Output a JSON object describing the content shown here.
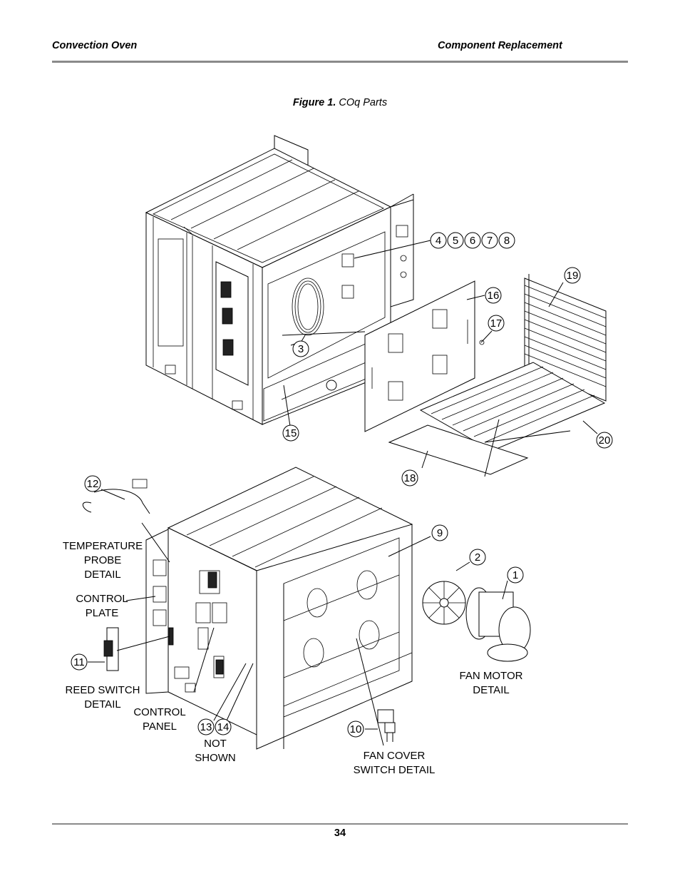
{
  "header": {
    "left": "Convection Oven",
    "right": "Component Replacement"
  },
  "caption": {
    "label": "Figure 1.",
    "text": "COq Parts"
  },
  "callouts": {
    "c1": "1",
    "c2": "2",
    "c3": "3",
    "c4": "4",
    "c5": "5",
    "c6": "6",
    "c7": "7",
    "c8": "8",
    "c9": "9",
    "c10": "10",
    "c11": "11",
    "c12": "12",
    "c13": "13",
    "c14": "14",
    "c15": "15",
    "c16": "16",
    "c17": "17",
    "c18": "18",
    "c19": "19",
    "c20": "20"
  },
  "labels": {
    "temp_probe": [
      "TEMPERATURE",
      "PROBE",
      "DETAIL"
    ],
    "control_plate": [
      "CONTROL",
      "PLATE"
    ],
    "reed_switch": [
      "REED SWITCH",
      "DETAIL"
    ],
    "control_panel": [
      "CONTROL",
      "PANEL"
    ],
    "not_shown": [
      "NOT",
      "SHOWN"
    ],
    "fan_motor": [
      "FAN MOTOR",
      "DETAIL"
    ],
    "fan_cover_switch": [
      "FAN COVER",
      "SWITCH DETAIL"
    ]
  },
  "page_number": "34"
}
